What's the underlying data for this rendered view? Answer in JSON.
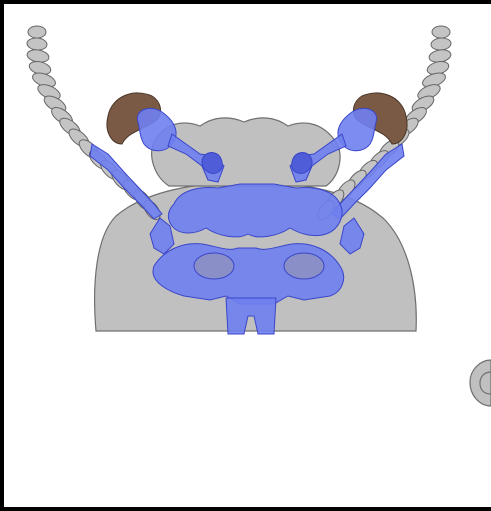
{
  "figure": {
    "border_color": "#000000",
    "background_color": "#ffffff",
    "colors": {
      "body_fill": "#c0c0c0",
      "body_stroke": "#6f6f6f",
      "antenna_fill": "#c4c4c4",
      "antenna_stroke": "#666666",
      "eye_fill": "#7a5a45",
      "nervous_system_fill": "#6f7ff0",
      "nervous_system_stroke": "#3a46c8",
      "ganglion_fill": "#4f5ed8",
      "lobe_fill": "#8a8fc8"
    },
    "parts": [
      "head-capsule",
      "head-crest",
      "left-antenna",
      "right-antenna",
      "left-compound-eye",
      "right-compound-eye",
      "antennal-nerves",
      "optic-lobes",
      "brain-protocerebrum",
      "mushroom-bodies",
      "ventral-nerve-cord",
      "partial-structure-right-edge"
    ]
  }
}
